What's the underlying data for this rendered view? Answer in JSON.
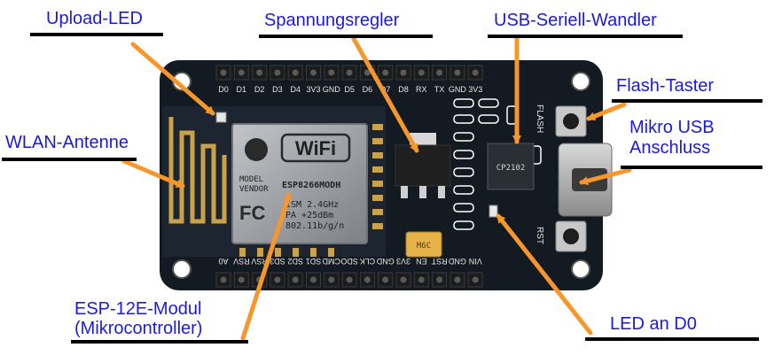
{
  "callouts": {
    "upload_led": "Upload-LED",
    "voltage_regulator": "Spannungsregler",
    "usb_serial": "USB-Seriell-Wandler",
    "flash_button": "Flash-Taster",
    "micro_usb_line1": "Mikro USB",
    "micro_usb_line2": "Anschluss",
    "wifi_antenna": "WLAN-Antenne",
    "esp_module_line1": "ESP-12E-Modul",
    "esp_module_line2": "(Mikrocontroller)",
    "led_d0": "LED an D0"
  },
  "board": {
    "top_pins": [
      "D0",
      "D1",
      "D2",
      "D3",
      "D4",
      "3V3",
      "GND",
      "D5",
      "D6",
      "D7",
      "D8",
      "RX",
      "TX",
      "GND",
      "3V3"
    ],
    "bottom_pins": [
      "A0",
      "RSV",
      "RSV",
      "SD3",
      "SD2",
      "SD1",
      "CMD",
      "SDO",
      "CLK",
      "GND",
      "3V3",
      "EN",
      "RST",
      "GND",
      "VIN"
    ],
    "wifi_text": "WiFi",
    "model_text": "MODEL",
    "vendor_text": "VENDOR",
    "module_name": "ESP8266MODH",
    "ism_text": "ISM 2.4GHz",
    "pa_text": "PA  +25dBm",
    "proto_text": "802.11b/g/n",
    "fcc_text": "FC",
    "flash_silk": "FLASH",
    "rst_silk": "RST",
    "usb_chip_text": "CP2102",
    "capacitor_text": "M6C"
  },
  "colors": {
    "label": "#1a1adc",
    "arrow": "#f7962a",
    "board": "#141a21",
    "shield": "#9b9ea2",
    "antenna": "#c9a24b",
    "header": "#1c1c1c"
  }
}
